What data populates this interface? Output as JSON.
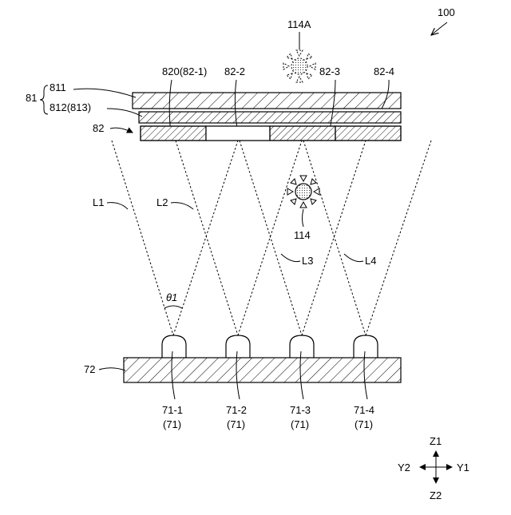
{
  "figure": {
    "ref_device": "100",
    "ref_sun_top": "114A",
    "ref_sun_mid": "114",
    "ref_layer_811": "811",
    "ref_layer_812": "812(813)",
    "ref_group_81": "81",
    "ref_group_82": "82",
    "ref_820": "820(82-1)",
    "ref_82_2": "82-2",
    "ref_82_3": "82-3",
    "ref_82_4": "82-4",
    "ref_L1": "L1",
    "ref_L2": "L2",
    "ref_L3": "L3",
    "ref_L4": "L4",
    "ref_theta": "θ1",
    "ref_board": "72",
    "ref_led_1": "71-1",
    "ref_led_2": "71-2",
    "ref_led_3": "71-3",
    "ref_led_4": "71-4",
    "ref_led_group": "(71)",
    "axis_z1": "Z1",
    "axis_z2": "Z2",
    "axis_y1": "Y1",
    "axis_y2": "Y2"
  }
}
